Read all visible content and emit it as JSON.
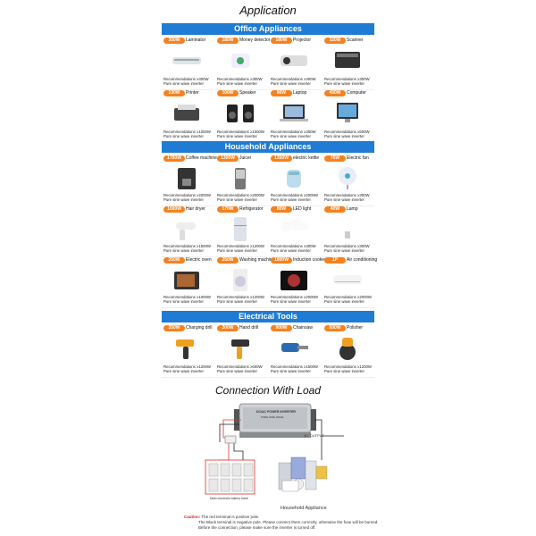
{
  "page_title": "Application",
  "sections": [
    {
      "title": "Office Appliances",
      "items": [
        {
          "watt": "350W",
          "name": "Laminator",
          "rec": "Recommendations ≥300W",
          "pure": "Pure sine wave inverter",
          "icon": "laminator-icon"
        },
        {
          "watt": "180W",
          "name": "Money detector",
          "rec": "Recommendations ≥300W",
          "pure": "Pure sine wave inverter",
          "icon": "money-detector-icon"
        },
        {
          "watt": "180W",
          "name": "Projector",
          "rec": "Recommendations ≥300W",
          "pure": "Pure sine wave inverter",
          "icon": "projector-icon"
        },
        {
          "watt": "320W",
          "name": "Scanner",
          "rec": "Recommendations ≥300W",
          "pure": "Pure sine wave inverter",
          "icon": "scanner-icon"
        },
        {
          "watt": "130W",
          "name": "Printer",
          "rec": "Recommendations ≥1000W",
          "pure": "Pure sine wave inverter",
          "icon": "printer-icon"
        },
        {
          "watt": "100W",
          "name": "Speaker",
          "rec": "Recommendations ≥1000W",
          "pure": "Pure sine wave inverter",
          "icon": "speaker-icon"
        },
        {
          "watt": "90W",
          "name": "Laptop",
          "rec": "Recommendations ≥300W",
          "pure": "Pure sine wave inverter",
          "icon": "laptop-icon"
        },
        {
          "watt": "450W",
          "name": "Computer",
          "rec": "Recommendations ≥600W",
          "pure": "Pure sine wave inverter",
          "icon": "computer-icon"
        }
      ]
    },
    {
      "title": "Household Appliances",
      "items": [
        {
          "watt": "1750W",
          "name": "Coffee machine",
          "rec": "Recommendations ≥2000W",
          "pure": "Pure sine wave inverter",
          "icon": "coffee-machine-icon"
        },
        {
          "watt": "1300W",
          "name": "Juicer",
          "rec": "Recommendations ≥2000W",
          "pure": "Pure sine wave inverter",
          "icon": "juicer-icon"
        },
        {
          "watt": "1350W",
          "name": "electric kettle",
          "rec": "Recommendations ≥2000W",
          "pure": "Pure sine wave inverter",
          "icon": "kettle-icon"
        },
        {
          "watt": "75W",
          "name": "Electric fan",
          "rec": "Recommendations ≥300W",
          "pure": "Pure sine wave inverter",
          "icon": "fan-icon"
        },
        {
          "watt": "1000W",
          "name": "Hair dryer",
          "rec": "Recommendations ≥1500W",
          "pure": "Pure sine wave inverter",
          "icon": "hair-dryer-icon"
        },
        {
          "watt": "170W",
          "name": "Refrigerator",
          "rec": "Recommendations ≥1200W",
          "pure": "Pure sine wave inverter",
          "icon": "refrigerator-icon"
        },
        {
          "watt": "80W",
          "name": "LED light",
          "rec": "Recommendations ≥300W",
          "pure": "Pure sine wave inverter",
          "icon": "led-light-icon"
        },
        {
          "watt": "40W",
          "name": "Lamp",
          "rec": "Recommendations ≥300W",
          "pure": "Pure sine wave inverter",
          "icon": "lamp-icon"
        },
        {
          "watt": "250W",
          "name": "Electric oven",
          "rec": "Recommendations ≥1000W",
          "pure": "Pure sine wave inverter",
          "icon": "oven-icon"
        },
        {
          "watt": "250W",
          "name": "Washing machine",
          "rec": "Recommendations ≥1200W",
          "pure": "Pure sine wave inverter",
          "icon": "washing-machine-icon"
        },
        {
          "watt": "1800W",
          "name": "Induction cooker",
          "rec": "Recommendations ≥2000W",
          "pure": "Pure sine wave inverter",
          "icon": "induction-cooker-icon"
        },
        {
          "watt": "1P",
          "name": "Air conditioning",
          "rec": "Recommendations ≥2000W",
          "pure": "Pure sine wave inverter",
          "icon": "air-conditioner-icon"
        }
      ]
    },
    {
      "title": "Electrical Tools",
      "items": [
        {
          "watt": "350W",
          "name": "Charging drill",
          "rec": "Recommendations ≥1200W",
          "pure": "Pure sine wave inverter",
          "icon": "charging-drill-icon"
        },
        {
          "watt": "300W",
          "name": "Hand drill",
          "rec": "Recommendations ≥600W",
          "pure": "Pure sine wave inverter",
          "icon": "hand-drill-icon"
        },
        {
          "watt": "900W",
          "name": "Chainsaw",
          "rec": "Recommendations ≥1500W",
          "pure": "Pure sine wave inverter",
          "icon": "chainsaw-icon"
        },
        {
          "watt": "600W",
          "name": "Polisher",
          "rec": "Recommendations ≥1200W",
          "pure": "Pure sine wave inverter",
          "icon": "polisher-icon"
        }
      ]
    }
  ],
  "connection": {
    "title": "Connection With Load",
    "inverter_label_1": "DC/AC POWER INVERTER",
    "inverter_label_2": "PURE SINE WAVE",
    "ac_output": "AC OUTPUT",
    "battery_label": "Main domestic battery bank",
    "appliance_label": "Household Appliance",
    "caution_label": "Caution:",
    "caution_lines": [
      "The red terminal is positive pole.",
      "The Black terminal is negative pole. Please connect them correctly, otherwise the fuse will be burned.",
      "Before the connection, please make sure the inverter is turned off."
    ]
  },
  "colors": {
    "header_blue": "#1f7bd4",
    "badge_orange": "#f58220",
    "caution_red": "#e02020"
  }
}
